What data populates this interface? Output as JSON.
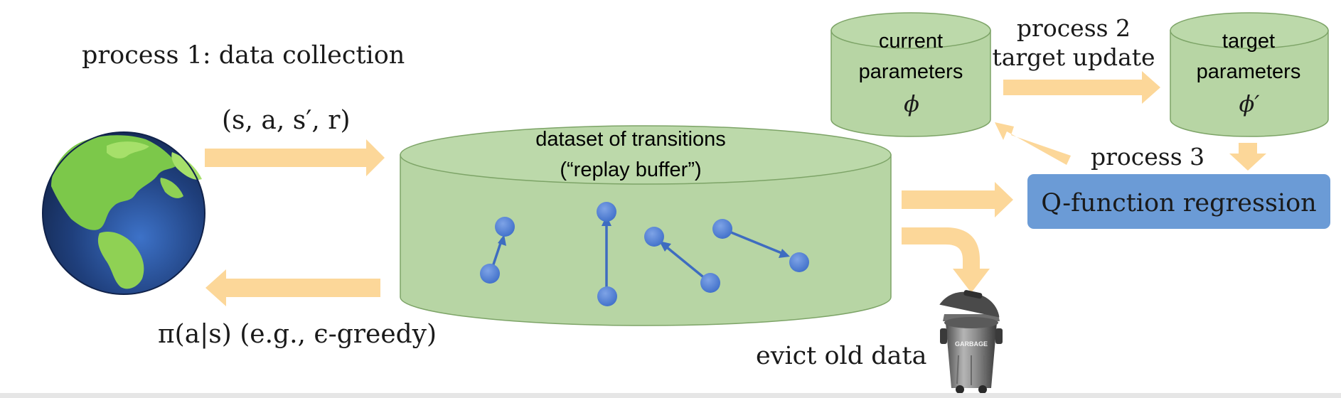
{
  "process1_label": "process 1: data collection",
  "tuple_label": "(s, a, s′, r)",
  "policy_label": "π(a|s) (e.g., ϵ-greedy)",
  "buffer": {
    "line1": "dataset of transitions",
    "line2": "(“replay buffer”)"
  },
  "current_params": {
    "line1": "current",
    "line2": "parameters",
    "symbol": "ϕ"
  },
  "target_params": {
    "line1": "target",
    "line2": "parameters",
    "symbol": "ϕ′"
  },
  "process2": {
    "line1": "process 2",
    "line2": "target update"
  },
  "process3_label": "process 3",
  "qfunction_label": "Q-function regression",
  "evict_label": "evict old data",
  "garbage_label": "GARBAGE",
  "colors": {
    "cylinder_fill": "#b7d5a4",
    "cylinder_top": "#bcd9aa",
    "cylinder_stroke": "#7da467",
    "arrow": "#fcd799",
    "dot": "#4a79d3",
    "qbox": "#6b9bd6"
  }
}
